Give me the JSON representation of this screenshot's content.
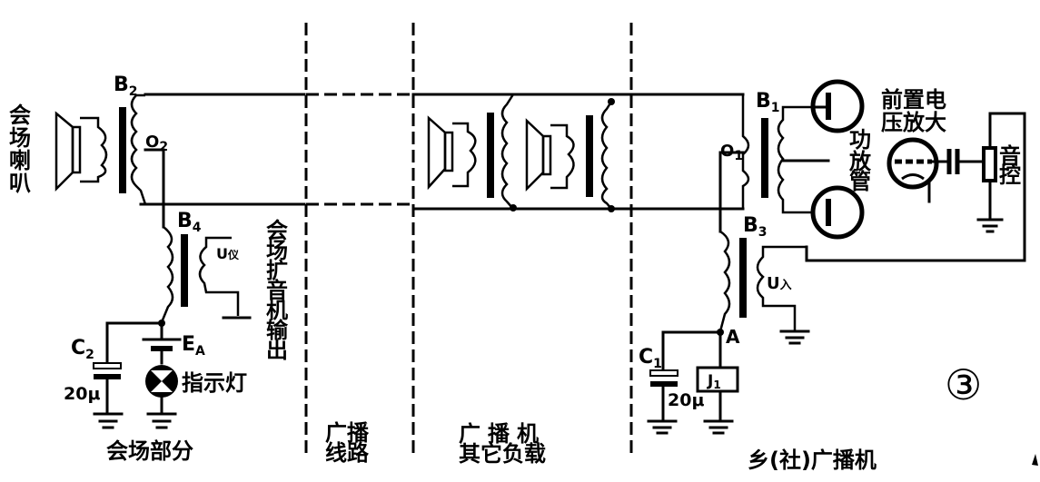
{
  "figure_number": "③",
  "sections": {
    "venue": "会场部分",
    "line": [
      "广播",
      "线路"
    ],
    "other_loads": [
      "广播机",
      "其它负载"
    ],
    "station": "乡(社)广播机"
  },
  "labels": {
    "venue_speaker": [
      "会",
      "场",
      "喇",
      "叭"
    ],
    "venue_amp_output": [
      "会",
      "场",
      "扩",
      "音",
      "机",
      "输",
      "出"
    ],
    "indicator_lamp": "指示灯",
    "preamp": [
      "前置电",
      "压放大"
    ],
    "power_tubes": [
      "功",
      "放",
      "管"
    ],
    "volume_control": [
      "音",
      "控"
    ],
    "u_out": "U",
    "u_out_sub": "仪",
    "u_in": "U",
    "u_in_sub": "入"
  },
  "components": {
    "B1": {
      "name": "B",
      "sub": "1"
    },
    "B2": {
      "name": "B",
      "sub": "2"
    },
    "B3": {
      "name": "B",
      "sub": "3"
    },
    "B4": {
      "name": "B",
      "sub": "4"
    },
    "O1": {
      "name": "O",
      "sub": "1"
    },
    "O2": {
      "name": "O",
      "sub": "2"
    },
    "C1": {
      "name": "C",
      "sub": "1",
      "value": "20μ"
    },
    "C2": {
      "name": "C",
      "sub": "2",
      "value": "20μ"
    },
    "EA": {
      "name": "E",
      "sub": "A"
    },
    "J1": {
      "name": "J",
      "sub": "1"
    },
    "node_A": "A"
  }
}
